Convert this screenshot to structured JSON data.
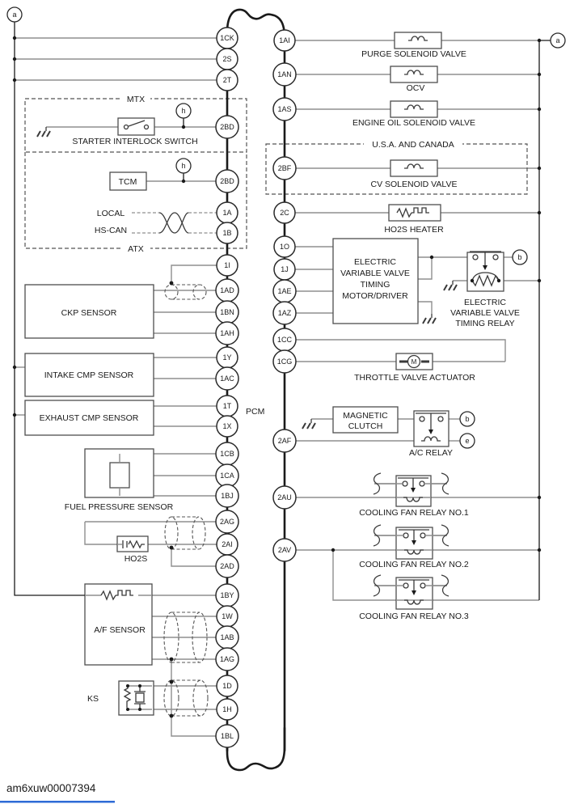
{
  "diagram": {
    "footer": {
      "doc_code": "am6xuw00007394"
    },
    "pcm_label": "PCM",
    "nodes": {
      "a": "a",
      "h": "h",
      "b": "b",
      "e": "e"
    },
    "pins": {
      "left": [
        "1CK",
        "2S",
        "2T",
        "2BD",
        "2BD",
        "1A",
        "1B",
        "1I",
        "1AD",
        "1BN",
        "1AH",
        "1Y",
        "1AC",
        "1T",
        "1X",
        "1CB",
        "1CA",
        "1BJ",
        "2AG",
        "2AI",
        "2AD",
        "1BY",
        "1W",
        "1AB",
        "1AG",
        "1D",
        "1H",
        "1BL"
      ],
      "right": [
        "1AI",
        "1AN",
        "1AS",
        "2BF",
        "2C",
        "1O",
        "1J",
        "1AE",
        "1AZ",
        "1CC",
        "1CG",
        "2AF",
        "2AU",
        "2AV"
      ]
    },
    "left": {
      "mtx": "MTX",
      "atx": "ATX",
      "starter_interlock_switch": "STARTER INTERLOCK SWITCH",
      "tcm": "TCM",
      "local": "LOCAL",
      "hs_can": "HS-CAN",
      "ckp_sensor": "CKP SENSOR",
      "intake_cmp_sensor": "INTAKE CMP SENSOR",
      "exhaust_cmp_sensor": "EXHAUST CMP SENSOR",
      "fuel_pressure_sensor": "FUEL PRESSURE SENSOR",
      "ho2s": "HO2S",
      "af_sensor": "A/F SENSOR",
      "ks": "KS"
    },
    "right": {
      "purge_solenoid_valve": "PURGE SOLENOID VALVE",
      "ocv": "OCV",
      "engine_oil_solenoid_valve": "ENGINE OIL SOLENOID VALVE",
      "usa_canada": "U.S.A. AND CANADA",
      "cv_solenoid_valve": "CV SOLENOID VALVE",
      "ho2s_heater": "HO2S HEATER",
      "evvt_motor": [
        "ELECTRIC",
        "VARIABLE VALVE",
        "TIMING",
        "MOTOR/DRIVER"
      ],
      "evvt_relay": [
        "ELECTRIC",
        "VARIABLE VALVE",
        "TIMING RELAY"
      ],
      "throttle_valve_actuator": "THROTTLE VALVE ACTUATOR",
      "magnetic_clutch": [
        "MAGNETIC",
        "CLUTCH"
      ],
      "ac_relay": "A/C RELAY",
      "motor_m": "M",
      "cooling_fan_relay_1": "COOLING FAN RELAY NO.1",
      "cooling_fan_relay_2": "COOLING FAN RELAY NO.2",
      "cooling_fan_relay_3": "COOLING FAN RELAY NO.3"
    },
    "colors": {
      "wire": "#8f8f8f",
      "line": "#1a1a1a",
      "box": "#4d4d4d",
      "underline": "#2e6bd6"
    }
  }
}
